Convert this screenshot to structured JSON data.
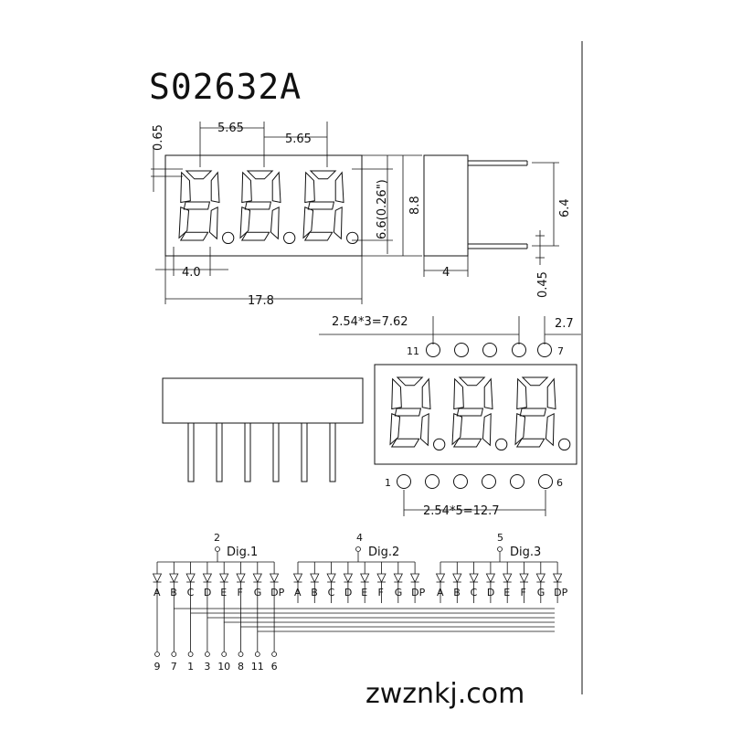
{
  "title": "S02632A",
  "watermark": "zwznkj.com",
  "front_view": {
    "dims": {
      "top_offset": "0.65",
      "pitch_1": "5.65",
      "pitch_2": "5.65",
      "digit_height": "6.6(0.26\")",
      "body_height": "8.8",
      "digit_width": "4.0",
      "body_width": "17.8"
    }
  },
  "side_view": {
    "dims": {
      "depth": "4",
      "pin_length": "6.4",
      "pin_thickness": "0.45"
    }
  },
  "pin_layout": {
    "top_pitch": "2.54*3=7.62",
    "top_offset": "2.7",
    "bottom_pitch": "2.54*5=12.7",
    "top_left_pin": "11",
    "top_right_pin": "7",
    "bottom_left_pin": "1",
    "bottom_right_pin": "6"
  },
  "schematic": {
    "digits": [
      {
        "label": "Dig.1",
        "common_pin": "2"
      },
      {
        "label": "Dig.2",
        "common_pin": "4"
      },
      {
        "label": "Dig.3",
        "common_pin": "5"
      }
    ],
    "segment_labels": [
      "A",
      "B",
      "C",
      "D",
      "E",
      "F",
      "G",
      "DP"
    ],
    "pin_numbers": [
      "9",
      "7",
      "1",
      "3",
      "10",
      "8",
      "11",
      "6"
    ]
  }
}
